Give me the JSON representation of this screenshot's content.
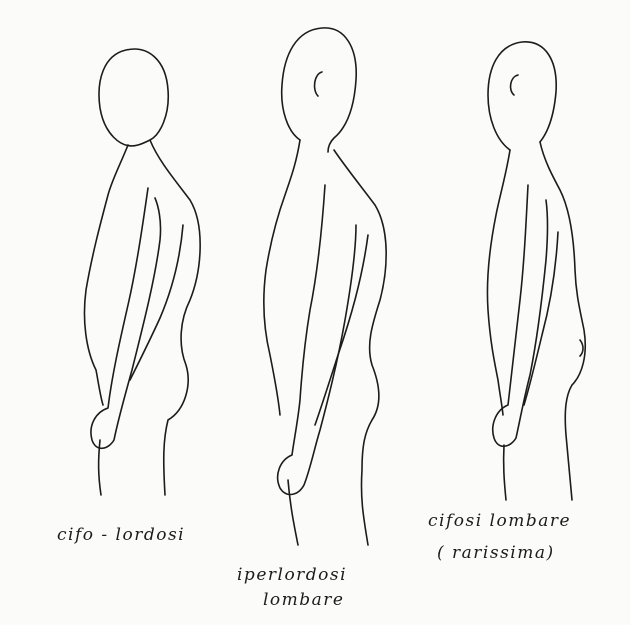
{
  "figures": [
    {
      "name": "cifo-lordosi",
      "caption_lines": [
        "cifo - lordosi"
      ]
    },
    {
      "name": "iperlordosi-lombare",
      "caption_lines": [
        "iperlordosi",
        "lombare"
      ]
    },
    {
      "name": "cifosi-lombare",
      "caption_lines": [
        "cifosi lombare",
        "( rarissima)"
      ]
    }
  ]
}
